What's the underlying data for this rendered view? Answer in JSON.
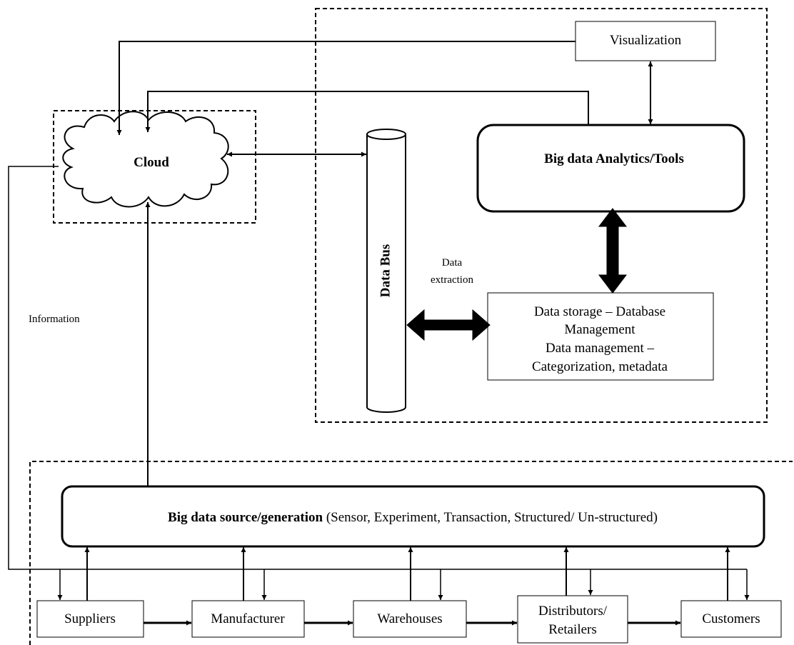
{
  "diagram": {
    "cloud": {
      "label": "Cloud"
    },
    "visualization": {
      "label": "Visualization"
    },
    "analytics": {
      "label": "Big data Analytics/Tools"
    },
    "data_bus": {
      "label": "Data Bus"
    },
    "data_extraction": {
      "line1": "Data",
      "line2": "extraction"
    },
    "storage": {
      "line1": "Data storage – Database",
      "line2": "Management",
      "line3": "Data management –",
      "line4": "Categorization, metadata"
    },
    "information": {
      "label": "Information"
    },
    "source": {
      "bold": "Big data source/generation",
      "rest": " (Sensor, Experiment, Transaction, Structured/ Un-structured)"
    },
    "chain": {
      "suppliers": "Suppliers",
      "manufacturer": "Manufacturer",
      "warehouses": "Warehouses",
      "distributors_line1": "Distributors/",
      "distributors_line2": "Retailers",
      "customers": "Customers"
    }
  }
}
